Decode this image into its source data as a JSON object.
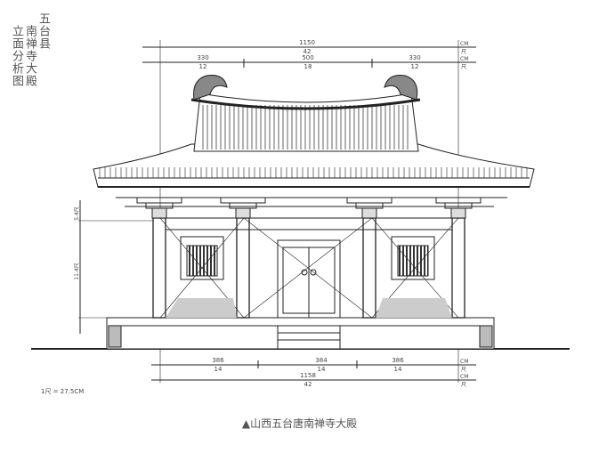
{
  "title": {
    "county": "五台县",
    "temple": "南禅寺大殿",
    "drawing": "立面分析图"
  },
  "dimensions": {
    "top_total": {
      "cm": "1150",
      "chi": "42"
    },
    "top_left": {
      "cm": "330",
      "chi": "12"
    },
    "top_center": {
      "cm": "500",
      "chi": "18"
    },
    "top_right": {
      "cm": "330",
      "chi": "12"
    },
    "bottom_left": {
      "cm": "386",
      "chi": "14"
    },
    "bottom_center": {
      "cm": "384",
      "chi": "14"
    },
    "bottom_right": {
      "cm": "386",
      "chi": "14"
    },
    "bottom_total": {
      "cm": "1158",
      "chi": "42"
    },
    "left_upper": "5.4尺",
    "left_lower": "11.4尺",
    "unit_cm": "CM",
    "unit_chi": "尺"
  },
  "scale_note": "1尺 = 27.5CM",
  "caption": "▲山西五台唐南禅寺大殿"
}
